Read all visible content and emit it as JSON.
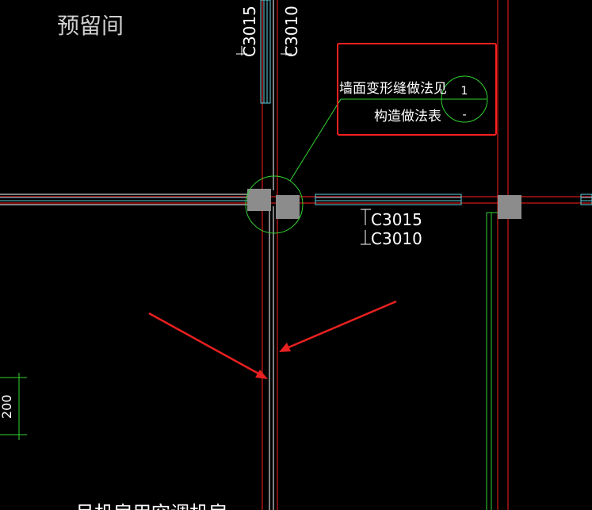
{
  "room_label": "预留间",
  "window_labels": {
    "vertical_top": "C3015",
    "vertical_bottom": "C3010",
    "horizontal_top": "C3015",
    "horizontal_bottom": "C3010"
  },
  "callout": {
    "line1": "墙面变形缝做法见",
    "line2": "构造做法表",
    "index_number": "1",
    "index_sheet": "-"
  },
  "dimension": {
    "value": "200"
  },
  "bottom_partial_label": "吊机房用空调机房",
  "colors": {
    "background": "#000000",
    "wall_red": "#ff1e1e",
    "leader_green": "#32d432",
    "window_cyan": "#62d0e0",
    "column_gray": "#8c8c8c",
    "highlight_box": "#ff2020",
    "arrow_red": "#e82020",
    "text_white": "#ffffff"
  }
}
